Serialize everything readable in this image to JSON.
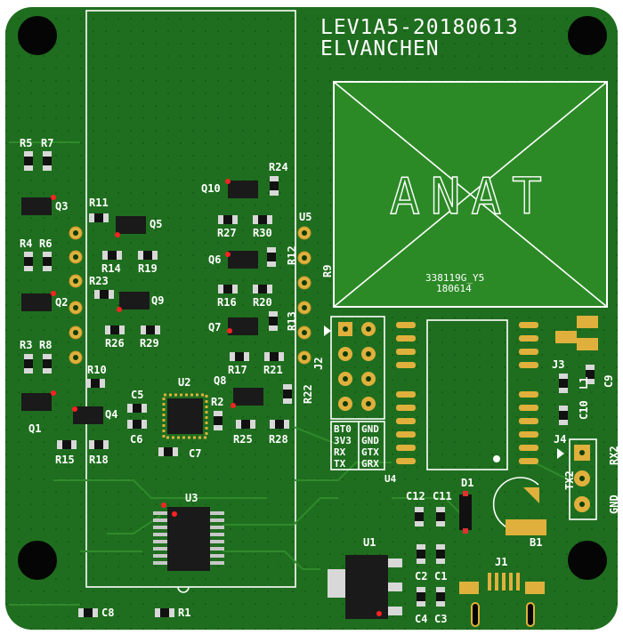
{
  "board": {
    "title_line1": "LEV1A5-20180613",
    "title_line2": "ELVANCHEN",
    "antenna": {
      "label": "ANAT",
      "sub1": "338119G_Y5",
      "sub2": "180614"
    }
  },
  "colors": {
    "pcb_green": "#1f6e1f",
    "pcb_dark": "#165816",
    "silkscreen": "#ffffff",
    "pad_gold": "#e0b03c"
  },
  "labels": {
    "R5": "R5",
    "R7": "R7",
    "Q3": "Q3",
    "R4": "R4",
    "R6": "R6",
    "Q2": "Q2",
    "R3": "R3",
    "R8": "R8",
    "Q1": "Q1",
    "R11": "R11",
    "Q5": "Q5",
    "R14": "R14",
    "R19": "R19",
    "R23": "R23",
    "Q9": "Q9",
    "R26": "R26",
    "R29": "R29",
    "R10": "R10",
    "Q4": "Q4",
    "R15": "R15",
    "R18": "R18",
    "C5": "C5",
    "C6": "C6",
    "U2": "U2",
    "C7": "C7",
    "Q10": "Q10",
    "R24": "R24",
    "R27": "R27",
    "R30": "R30",
    "Q6": "Q6",
    "R12": "R12",
    "R16": "R16",
    "R20": "R20",
    "Q7": "Q7",
    "R13": "R13",
    "R17": "R17",
    "R21": "R21",
    "Q8": "Q8",
    "R2": "R2",
    "R25": "R25",
    "R28": "R28",
    "U5": "U5",
    "R9": "R9",
    "J2": "J2",
    "R22": "R22",
    "U3": "U3",
    "C8": "C8",
    "R1": "R1",
    "U4": "U4",
    "J3": "J3",
    "L1": "L1",
    "C9": "C9",
    "C10": "C10",
    "J4": "J4",
    "TX2": "TX2",
    "RX2": "RX2",
    "GND": "GND",
    "C12": "C12",
    "C11": "C11",
    "D1": "D1",
    "B1": "B1",
    "U1": "U1",
    "C2": "C2",
    "C1": "C1",
    "C4": "C4",
    "C3": "C3",
    "J1": "J1"
  },
  "header_table": {
    "left": [
      "BT0",
      "3V3",
      "RX",
      "TX"
    ],
    "right": [
      "GND",
      "GND",
      "GTX",
      "GRX"
    ]
  }
}
